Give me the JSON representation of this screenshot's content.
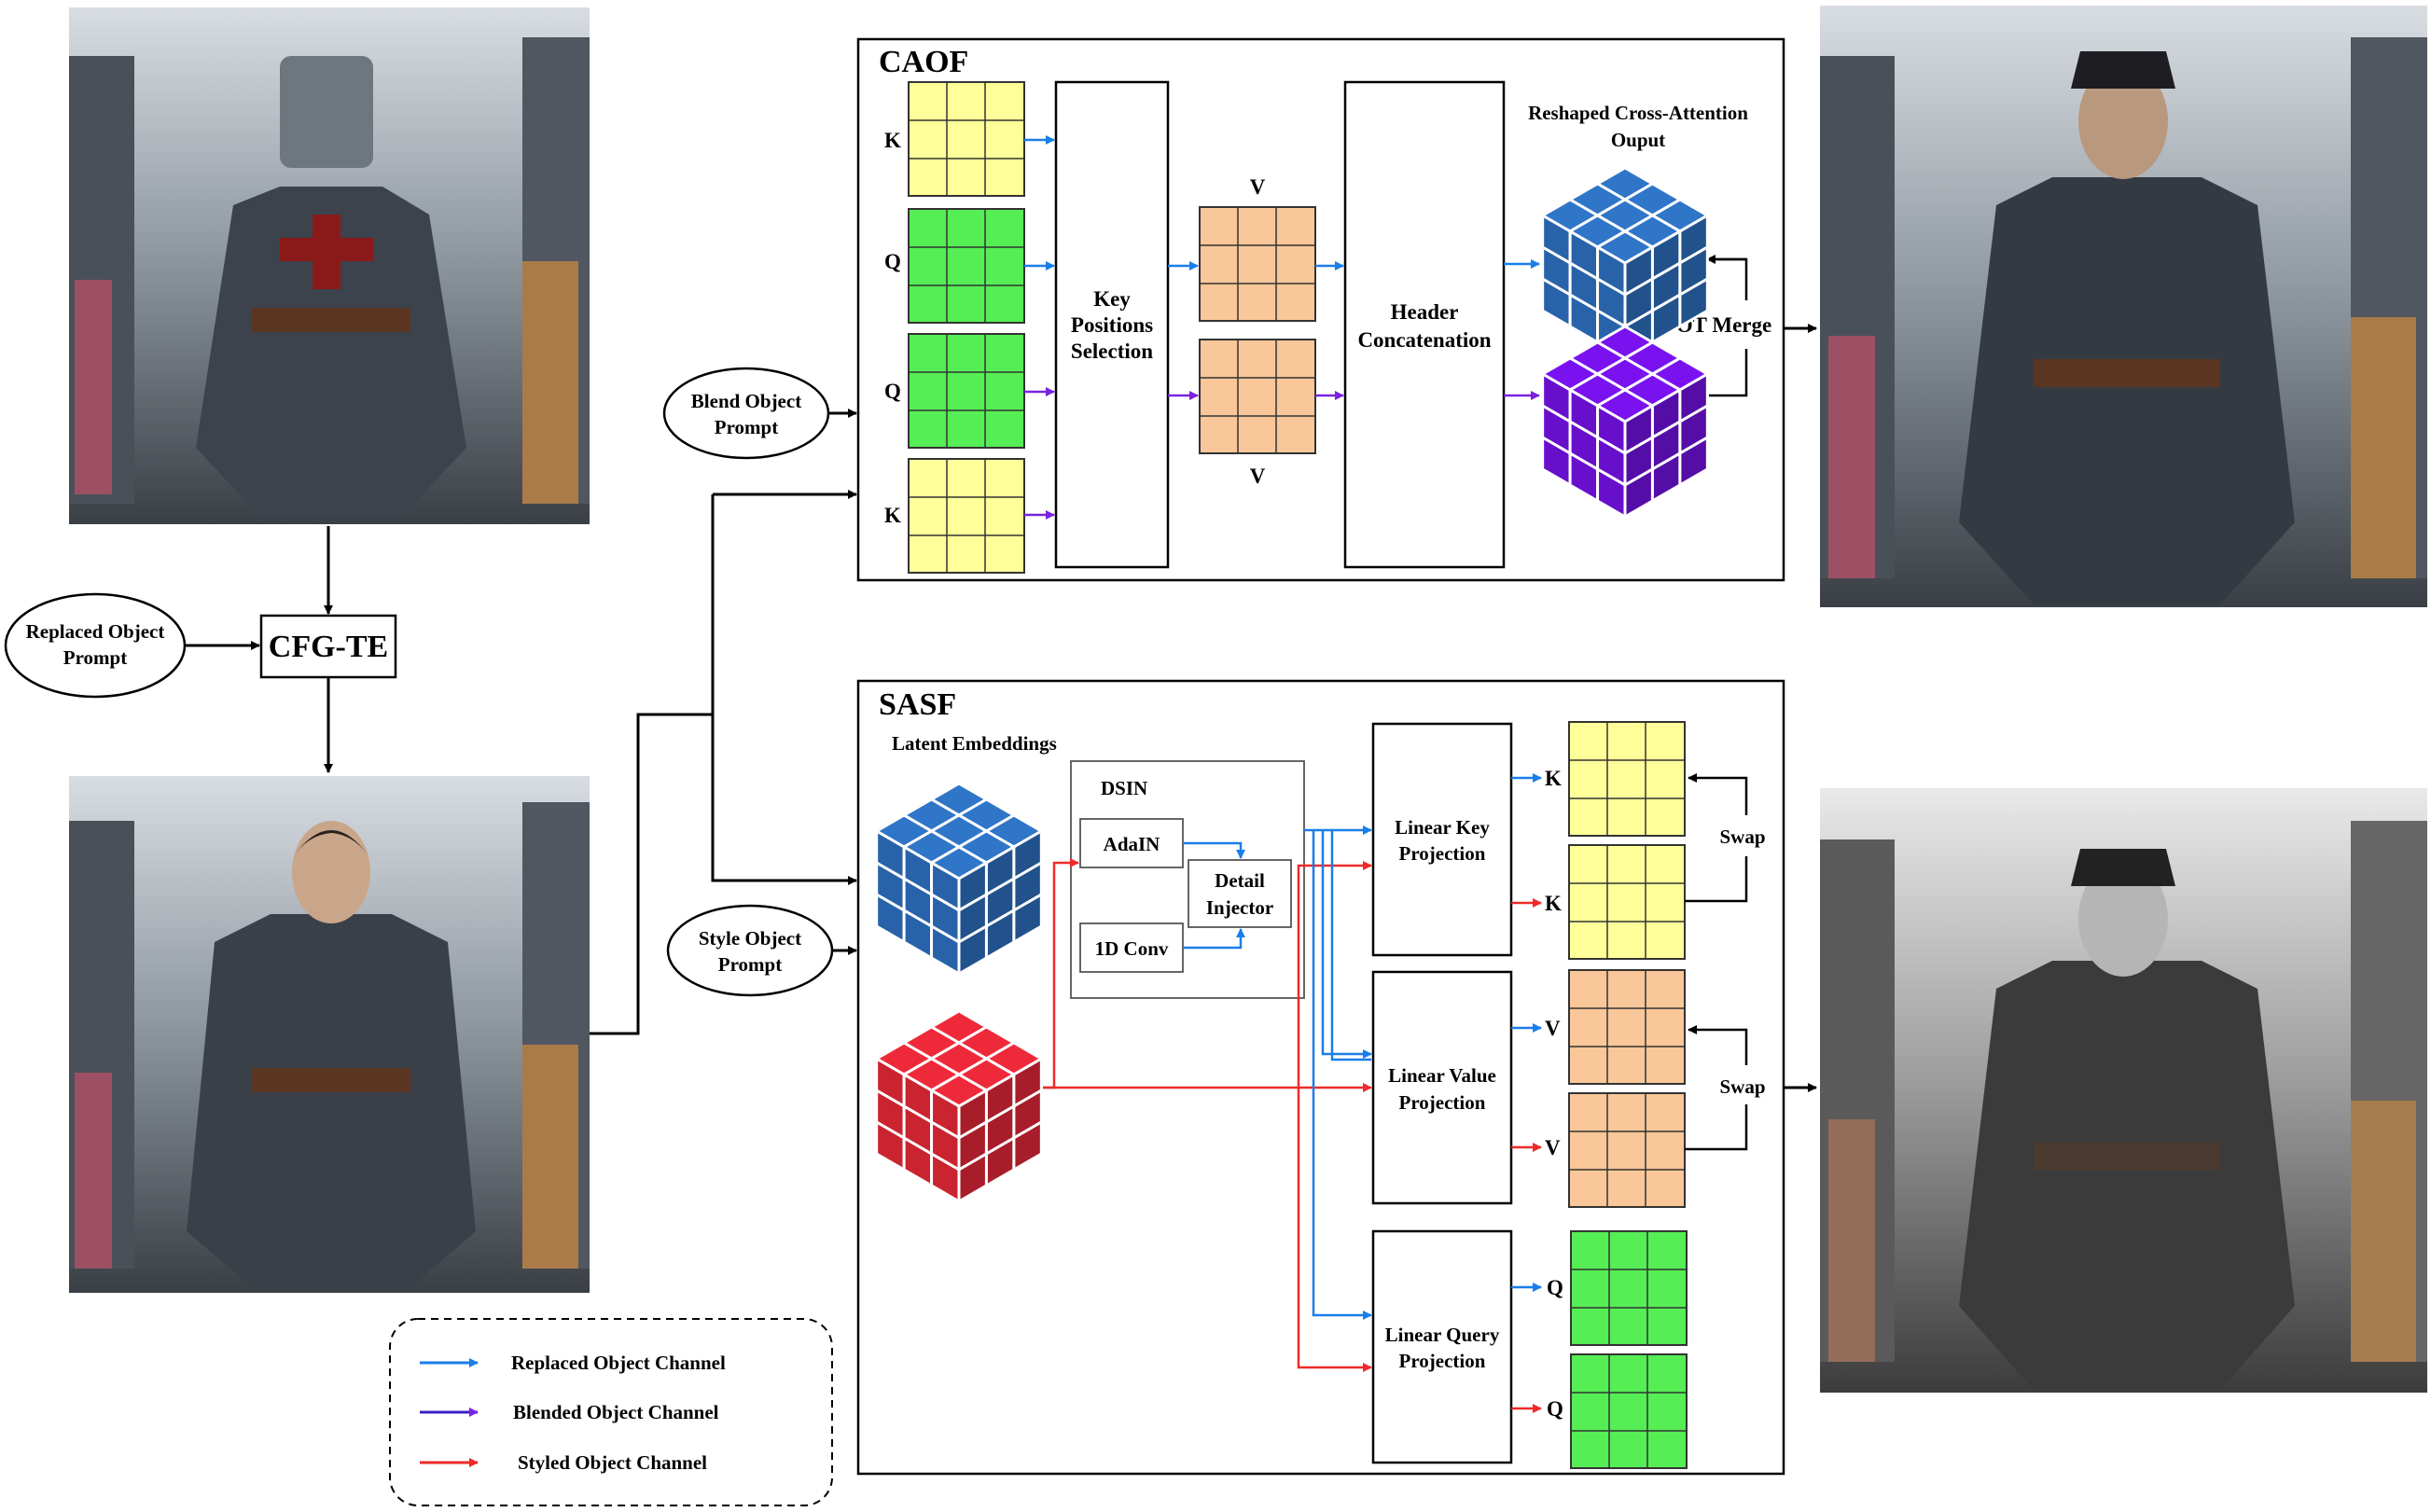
{
  "caof": {
    "title": "CAOF",
    "k_top": "K",
    "q_1": "Q",
    "q_2": "Q",
    "k_bottom": "K",
    "key_positions": [
      "Key",
      "Positions",
      "Selection"
    ],
    "v_top": "V",
    "v_bottom": "V",
    "header_concat": [
      "Header",
      "Concatenation"
    ],
    "reshaped": [
      "Reshaped Cross-Attention",
      "Ouput"
    ],
    "ot_merge": "OT Merge"
  },
  "sasf": {
    "title": "SASF",
    "latent": "Latent Embeddings",
    "dsin": "DSIN",
    "adain": "AdaIN",
    "conv": "1D Conv",
    "detail": [
      "Detail",
      "Injector"
    ],
    "linear_key": [
      "Linear Key",
      "Projection"
    ],
    "linear_value": [
      "Linear Value",
      "Projection"
    ],
    "linear_query": [
      "Linear Query",
      "Projection"
    ],
    "k1": "K",
    "k2": "K",
    "v1": "V",
    "v2": "V",
    "q1": "Q",
    "q2": "Q",
    "swap1": "Swap",
    "swap2": "Swap"
  },
  "inputs": {
    "replaced_prompt": [
      "Replaced Object",
      "Prompt"
    ],
    "cfg": "CFG-TE",
    "blend_prompt": [
      "Blend Object",
      "Prompt"
    ],
    "style_prompt": [
      "Style Object",
      "Prompt"
    ]
  },
  "legend": {
    "replaced": "Replaced Object Channel",
    "blended": "Blended Object Channel",
    "styled": "Styled Object Channel"
  },
  "colors": {
    "blue": "#1a7ee8",
    "purple": "#7a22e0",
    "red": "#ee2a2a",
    "yellow": "#ffff99",
    "green": "#55ee55",
    "peach": "#f9c799",
    "cube_blue": "#2f75c8",
    "cube_purple": "#7a12f0",
    "cube_red": "#ee2a3a"
  },
  "images": [
    "knight-image",
    "leo-image",
    "blended-result-image",
    "styled-result-image"
  ]
}
